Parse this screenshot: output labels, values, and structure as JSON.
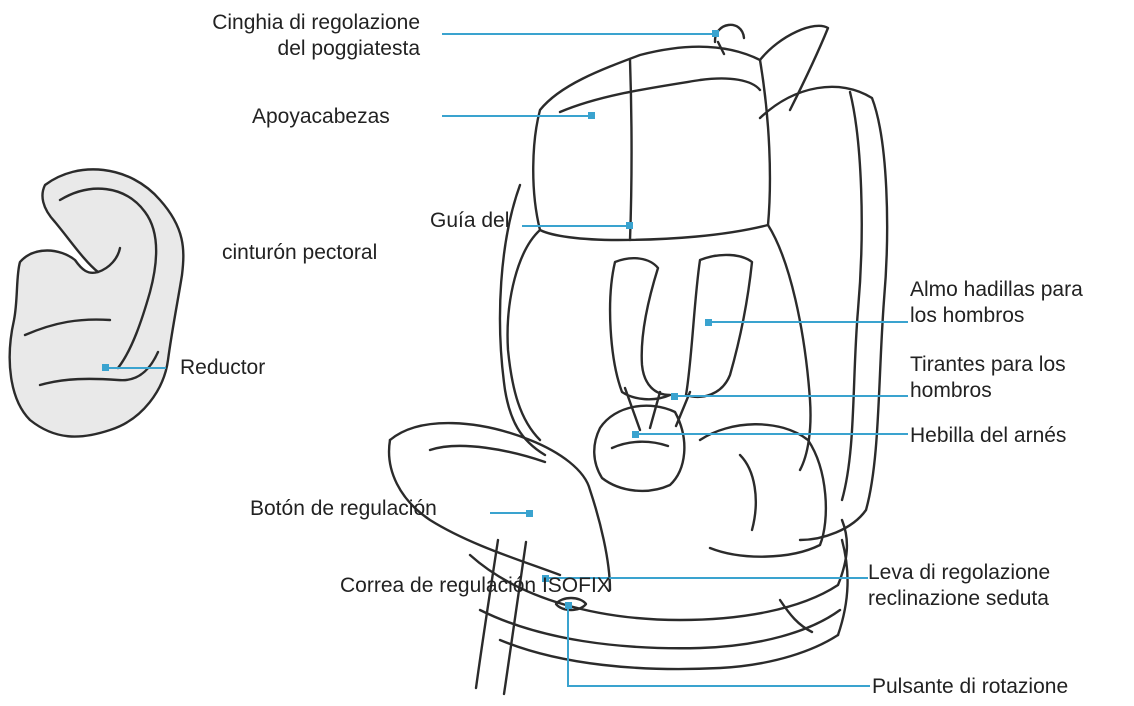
{
  "labels": {
    "headrest_strap": [
      "Cinghia di regolazione",
      "del poggiatesta"
    ],
    "headrest": "Apoyacabezas",
    "chest_guide": [
      "Guía del",
      "cinturón pectoral"
    ],
    "reducer": "Reductor",
    "shoulder_pads": [
      "Almo hadillas para",
      "los hombros"
    ],
    "shoulder_straps": [
      "Tirantes para los",
      "hombros"
    ],
    "harness_buckle": "Hebilla del arnés",
    "adjust_button": "Botón de regulación",
    "isofix_strap": "Correa de regulación ISOFIX",
    "recline_lever": [
      "Leva di regolazione",
      "reclinazione seduta"
    ],
    "rotation_button": "Pulsante di rotazione"
  },
  "colors": {
    "leader": "#3aa3cf",
    "outline": "#2b2b2b",
    "reducer_fill": "#e9e9e9",
    "text": "#222222"
  }
}
